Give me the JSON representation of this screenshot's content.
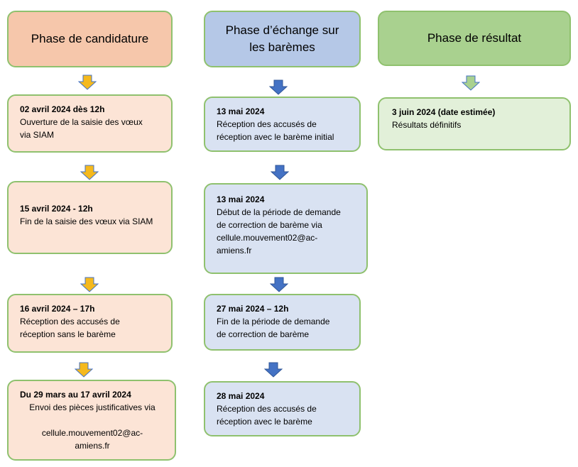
{
  "columns": [
    {
      "header": [
        "Phase de candidature"
      ],
      "cards": [
        {
          "title": "02 avril 2024 dès 12h",
          "lines": [
            "Ouverture de la saisie des vœux",
            "via SIAM"
          ]
        },
        {
          "title": "15 avril 2024 - 12h",
          "lines": [
            "Fin de la saisie des vœux via SIAM"
          ]
        },
        {
          "title": "16 avril 2024 – 17h",
          "lines": [
            "Réception des accusés de",
            "réception sans le barème"
          ]
        },
        {
          "title": "Du 29 mars au 17 avril 2024",
          "lines": [
            "Envoi des pièces justificatives via",
            "",
            "cellule.mouvement02@ac-",
            "amiens.fr"
          ]
        }
      ]
    },
    {
      "header": [
        "Phase d’échange sur",
        "les barèmes"
      ],
      "cards": [
        {
          "title": "13 mai 2024",
          "lines": [
            "Réception des accusés de",
            "réception avec le barème initial"
          ]
        },
        {
          "title": "13 mai 2024",
          "lines": [
            "Début de la période de demande",
            "de correction de barème via",
            "cellule.mouvement02@ac-",
            "amiens.fr"
          ]
        },
        {
          "title": "27 mai 2024 – 12h",
          "lines": [
            "Fin de la période de demande",
            "de correction de barème"
          ]
        },
        {
          "title": "28 mai 2024",
          "lines": [
            "Réception des accusés de",
            "réception avec le barème"
          ]
        }
      ]
    },
    {
      "header": [
        "Phase de résultat"
      ],
      "cards": [
        {
          "title": "3 juin 2024 (date estimée)",
          "lines": [
            "Résultats définitifs"
          ]
        }
      ]
    }
  ],
  "colors": {
    "orange_header": "#f6c7ab",
    "orange_card": "#fce4d6",
    "orange_arrow": "#f5b91d",
    "blue_header": "#b5c8e7",
    "blue_card": "#d9e2f2",
    "blue_arrow": "#4472c4",
    "green_header": "#a9d18f",
    "green_card": "#e2f0d9",
    "green_arrow": "#a9d18f",
    "border": "#8fc16e"
  }
}
